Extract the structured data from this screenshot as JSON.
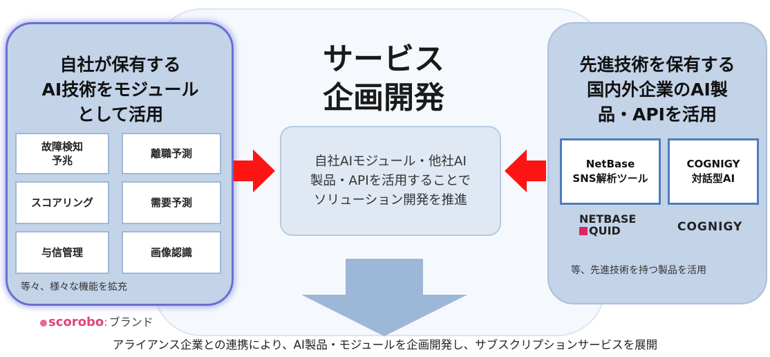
{
  "center": {
    "title_line1": "サービス",
    "title_line2": "企画開発",
    "box_text": "自社AIモジュール・他社AI\n製品・APIを活用することで\nソリューション開発を推進"
  },
  "left": {
    "title": "自社が保有する\nAI技術をモジュール\nとして活用",
    "tiles": [
      "故障検知\n予兆",
      "離職予測",
      "スコアリング",
      "需要予測",
      "与信管理",
      "画像認識"
    ],
    "note": "等々、様々な機能を拡充"
  },
  "right": {
    "title": "先進技術を保有する\n国内外企業のAI製\n品・APIを活用",
    "products": [
      {
        "text": "NetBase\nSNS解析ツール"
      },
      {
        "text": "COGNIGY\n対話型AI"
      }
    ],
    "logo_netbase_line1": "NETBASE",
    "logo_netbase_line2": "QUID",
    "logo_cognigy": "COGNIGY",
    "note": "等、先進技術を持つ製品を活用"
  },
  "brand": {
    "scorobo_word": "scorobo",
    "scorobo_suffix": "ブランド"
  },
  "bottom_caption": "アライアンス企業との連携により、AI製品・モジュールを企画開発し、サブスクリプションサービスを展開",
  "colors": {
    "arrow_red": "#ff1414",
    "down_arrow": "#9db7d8",
    "left_border": "#6a6fd0",
    "panel_fill": "#c3d3e8",
    "product_border": "#4f7bbf"
  }
}
